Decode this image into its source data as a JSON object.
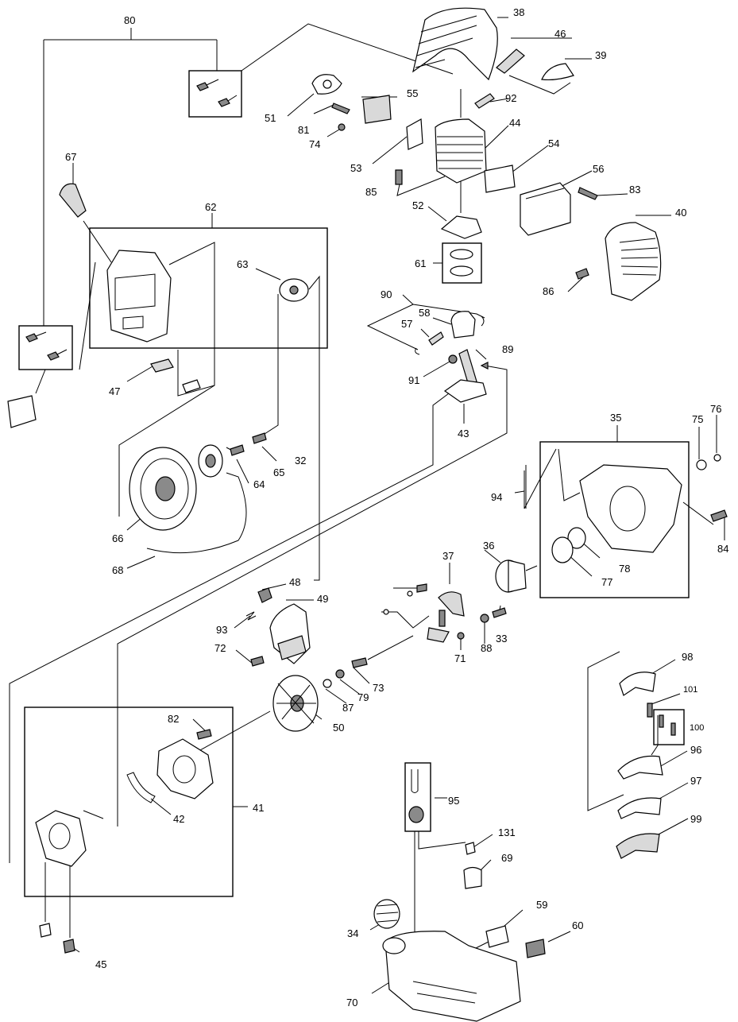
{
  "labels": {
    "p80": "80",
    "p38": "38",
    "p46": "46",
    "p39": "39",
    "p55": "55",
    "p92": "92",
    "p51": "51",
    "p81": "81",
    "p74": "74",
    "p44": "44",
    "p53": "53",
    "p54": "54",
    "p85": "85",
    "p56": "56",
    "p83": "83",
    "p52": "52",
    "p40": "40",
    "p67": "67",
    "p62": "62",
    "p63": "63",
    "p61": "61",
    "p86": "86",
    "p90": "90",
    "p58": "58",
    "p57": "57",
    "p89": "89",
    "p91": "91",
    "p47": "47",
    "p43": "43",
    "p35": "35",
    "p75": "75",
    "p76": "76",
    "p32": "32",
    "p65": "65",
    "p64": "64",
    "p94": "94",
    "p66": "66",
    "p84": "84",
    "p68": "68",
    "p37": "37",
    "p36": "36",
    "p78": "78",
    "p77": "77",
    "p48": "48",
    "p49": "49",
    "p93": "93",
    "p33": "33",
    "p88": "88",
    "p71": "71",
    "p72": "72",
    "p73": "73",
    "p79": "79",
    "p87": "87",
    "p98": "98",
    "p101": "101",
    "p82": "82",
    "p50": "50",
    "p100": "100",
    "p96": "96",
    "p95": "95",
    "p97": "97",
    "p41": "41",
    "p42": "42",
    "p99": "99",
    "p131": "131",
    "p69": "69",
    "p59": "59",
    "p60": "60",
    "p34": "34",
    "p45": "45",
    "p70": "70"
  }
}
